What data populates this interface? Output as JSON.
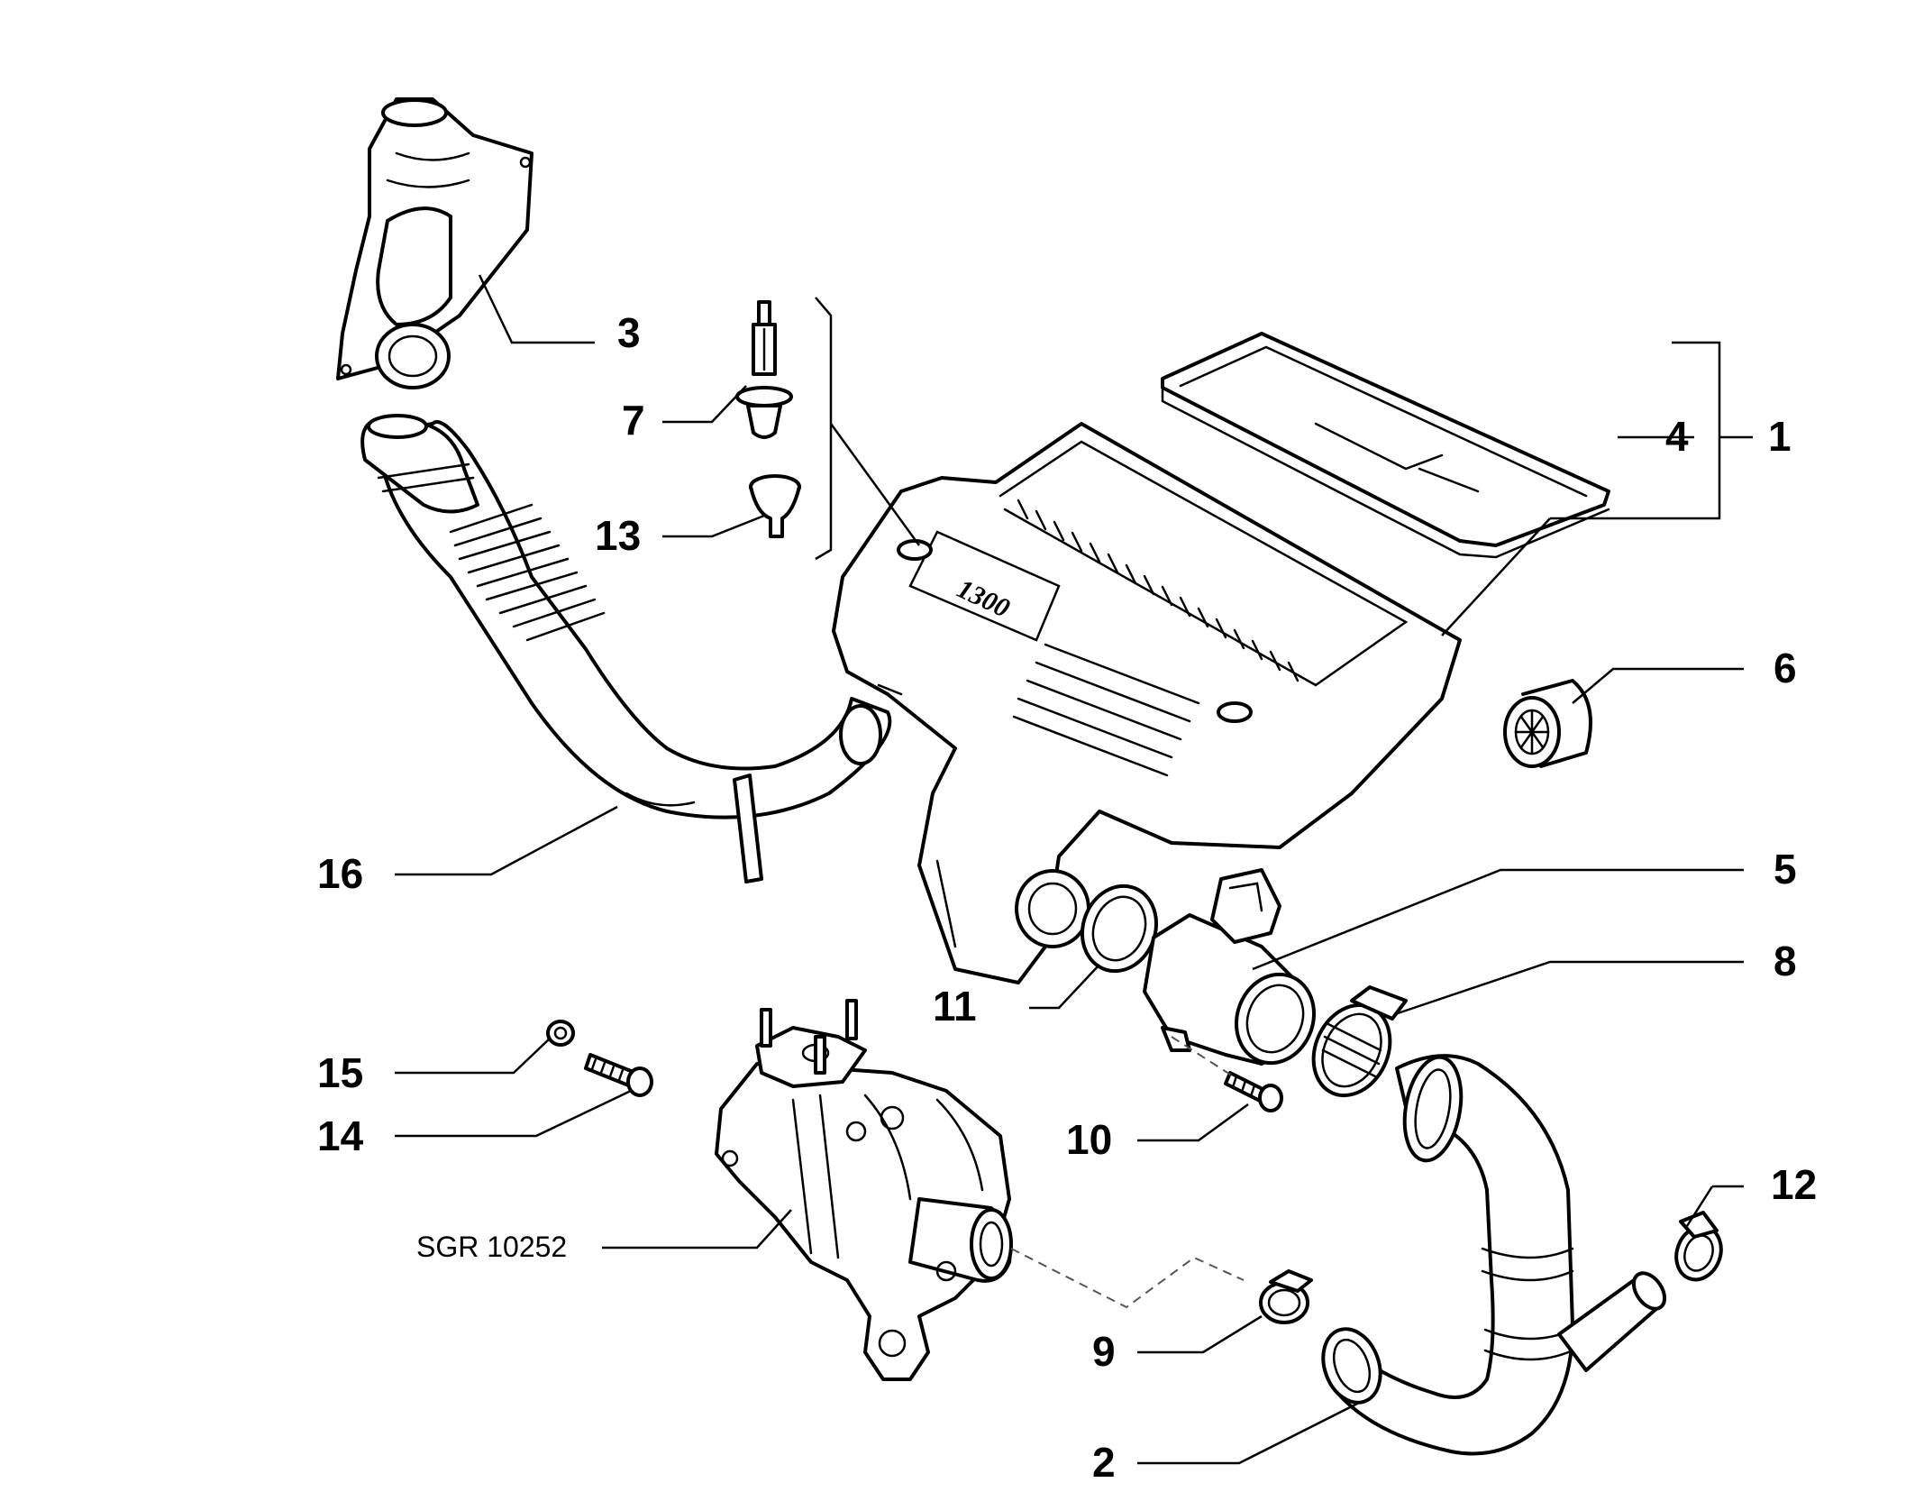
{
  "drawing": {
    "reference": "SGR 10252",
    "emboss": "1300"
  },
  "callouts": [
    {
      "id": "c1",
      "label": "1"
    },
    {
      "id": "c2",
      "label": "2"
    },
    {
      "id": "c3",
      "label": "3"
    },
    {
      "id": "c4",
      "label": "4"
    },
    {
      "id": "c5",
      "label": "5"
    },
    {
      "id": "c6",
      "label": "6"
    },
    {
      "id": "c7",
      "label": "7"
    },
    {
      "id": "c8",
      "label": "8"
    },
    {
      "id": "c9",
      "label": "9"
    },
    {
      "id": "c10",
      "label": "10"
    },
    {
      "id": "c11",
      "label": "11"
    },
    {
      "id": "c12",
      "label": "12"
    },
    {
      "id": "c13",
      "label": "13"
    },
    {
      "id": "c14",
      "label": "14"
    },
    {
      "id": "c15",
      "label": "15"
    },
    {
      "id": "c16",
      "label": "16"
    }
  ]
}
